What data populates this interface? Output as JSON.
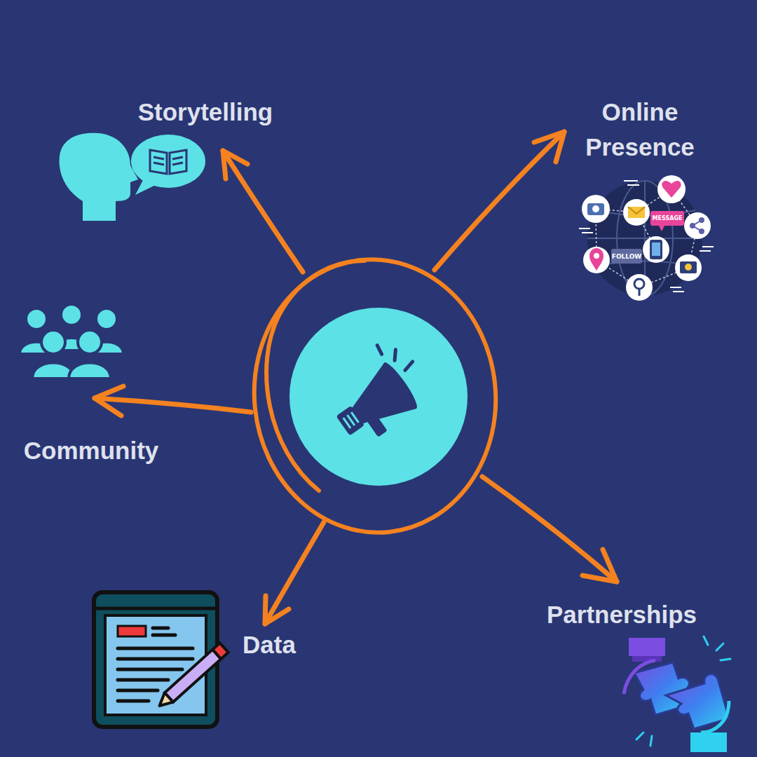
{
  "diagram": {
    "labels": [
      "Storytelling",
      "Online Presence",
      "MESSAGE",
      "FOLLOW",
      "Community",
      "Data",
      "Partnerships"
    ]
  }
}
